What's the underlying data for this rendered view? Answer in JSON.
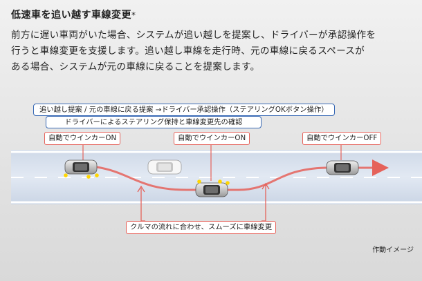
{
  "title": "低速車を追い越す車線変更",
  "title_mark": "*",
  "description": [
    "前方に遅い車両がいた場合、システムが追い越しを提案し、ドライバーが承認操作を",
    "行うと車線変更を支援します。追い越し車線を走行時、元の車線に戻るスペースが",
    "ある場合、システムが元の車線に戻ることを提案します。"
  ],
  "bubbles": [
    "追い越し提案 / 元の車線に戻る提案 →ドライバー承認操作（ステアリングOKボタン操作）",
    "ドライバーによるステアリング保持と車線変更先の確認"
  ],
  "tags": {
    "blinker_on_1": "自動でウインカーON",
    "blinker_on_2": "自動でウインカーON",
    "blinker_off": "自動でウインカーOFF",
    "smooth_change": "クルマの流れに合わせ、スムーズに車線変更"
  },
  "footnote": "作動イメージ",
  "colors": {
    "accent_red": "#e5625a",
    "bubble_border": "#3768b4",
    "road": "#d9e1ee"
  }
}
